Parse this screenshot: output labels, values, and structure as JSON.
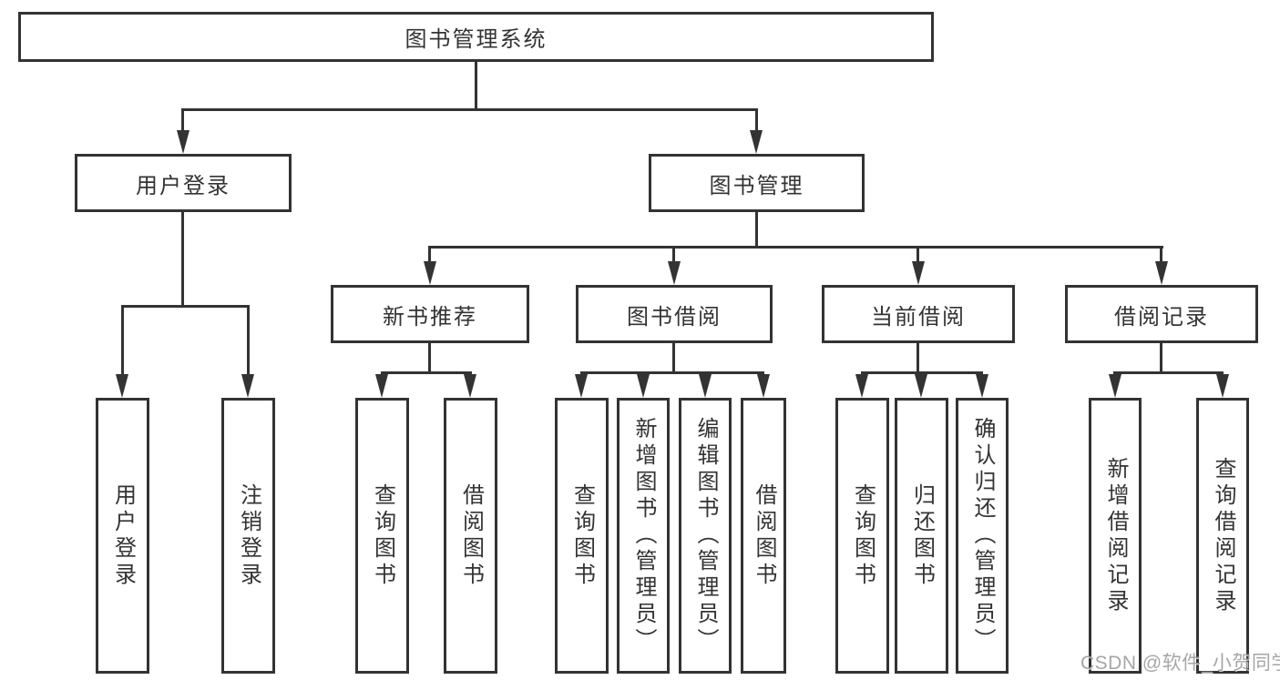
{
  "diagram": {
    "root": {
      "label": "图书管理系统"
    },
    "user_login": {
      "label": "用户登录",
      "children": [
        {
          "label": "用户登录"
        },
        {
          "label": "注销登录"
        }
      ]
    },
    "book_mgmt": {
      "label": "图书管理",
      "sections": [
        {
          "label": "新书推荐",
          "children": [
            {
              "label": "查询图书"
            },
            {
              "label": "借阅图书"
            }
          ]
        },
        {
          "label": "图书借阅",
          "children": [
            {
              "label": "查询图书"
            },
            {
              "label": "新增图书（管理员）"
            },
            {
              "label": "编辑图书（管理员）"
            },
            {
              "label": "借阅图书"
            }
          ]
        },
        {
          "label": "当前借阅",
          "children": [
            {
              "label": "查询图书"
            },
            {
              "label": "归还图书"
            },
            {
              "label": "确认归还（管理员）"
            }
          ]
        },
        {
          "label": "借阅记录",
          "children": [
            {
              "label": "新增借阅记录"
            },
            {
              "label": "查询借阅记录"
            }
          ]
        }
      ]
    }
  },
  "watermark": {
    "text": "CSDN @软件_小贺同学"
  },
  "colors": {
    "line": "#333333",
    "text": "#333333",
    "background": "#ffffff",
    "watermark": "#969696"
  }
}
